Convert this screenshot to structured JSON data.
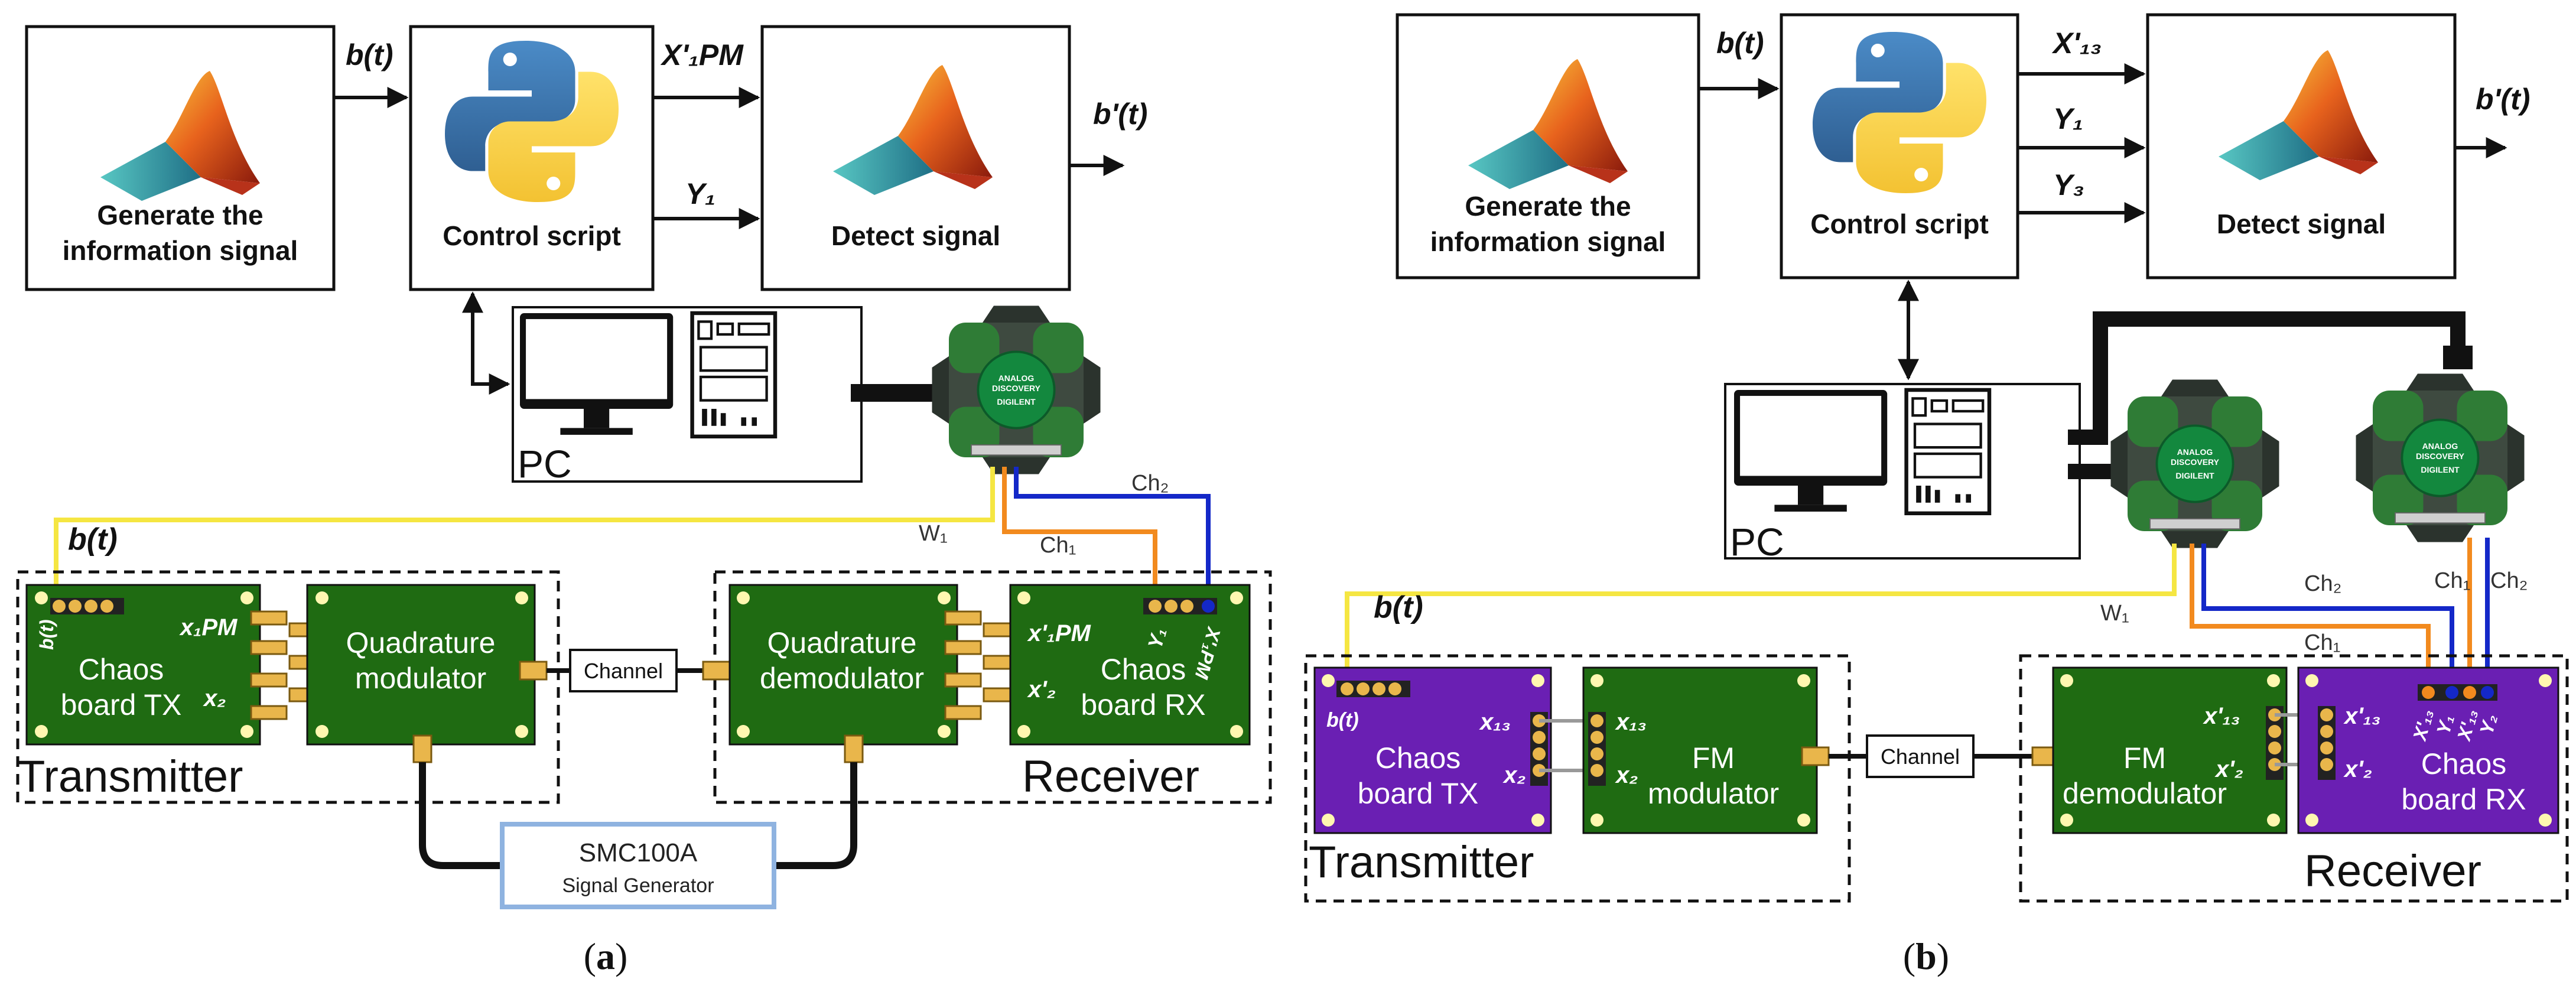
{
  "panel_a": {
    "caption_prefix": "(",
    "caption_letter": "a",
    "caption_suffix": ")",
    "generate_box": "Generate the information signal",
    "generate_line1": "Generate the",
    "generate_line2": "information signal",
    "control_box": "Control script",
    "detect_box": "Detect signal",
    "sig_bt": "b(t)",
    "sig_x1pm": "X'₁PM",
    "sig_y1": "Y₁",
    "sig_bprime": "b'(t)",
    "pc_label": "PC",
    "w1": "W₁",
    "ch1": "Ch₁",
    "ch2": "Ch₂",
    "bt_wire": "b(t)",
    "tx_board_line1": "Chaos",
    "tx_board_line2": "board TX",
    "tx_x1pm": "x₁PM",
    "tx_x2": "x₂",
    "tx_bt_pin": "b(t)",
    "mod_line1": "Quadrature",
    "mod_line2": "modulator",
    "channel": "Channel",
    "demod_line1": "Quadrature",
    "demod_line2": "demodulator",
    "rx_board_line1": "Chaos",
    "rx_board_line2": "board RX",
    "rx_x1pm": "x'₁PM",
    "rx_x2": "x'₂",
    "rx_y1": "Y₁",
    "rx_xpm": "X'₁PM",
    "transmitter": "Transmitter",
    "receiver": "Receiver",
    "gen_name": "SMC100A",
    "gen_sub": "Signal Generator"
  },
  "panel_b": {
    "caption_prefix": "(",
    "caption_letter": "b",
    "caption_suffix": ")",
    "generate_line1": "Generate the",
    "generate_line2": "information signal",
    "control_box": "Control script",
    "detect_box": "Detect signal",
    "sig_bt": "b(t)",
    "sig_x13": "X'₁₃",
    "sig_y1": "Y₁",
    "sig_y3": "Y₃",
    "sig_bprime": "b'(t)",
    "pc_label": "PC",
    "w1": "W₁",
    "ch1_left": "Ch₁",
    "ch2_left": "Ch₂",
    "ch1_right": "Ch₁",
    "ch2_right": "Ch₂",
    "bt_wire": "b(t)",
    "tx_board_line1": "Chaos",
    "tx_board_line2": "board TX",
    "tx_x13": "x₁₃",
    "tx_x2": "x₂",
    "tx_bt_pin": "b(t)",
    "mod_x13": "x₁₃",
    "mod_x2": "x₂",
    "mod_line1": "FM",
    "mod_line2": "modulator",
    "channel": "Channel",
    "demod_line1": "FM",
    "demod_line2": "demodulator",
    "demod_x13": "x'₁₃",
    "demod_x2": "x'₂",
    "rx_x13": "x'₁₃",
    "rx_x2": "x'₂",
    "rx_board_line1": "Chaos",
    "rx_board_line2": "board RX",
    "rx_pins": [
      "X'₁₃",
      "Y₁",
      "X'₁₃",
      "Y₂"
    ],
    "transmitter": "Transmitter",
    "receiver": "Receiver"
  },
  "device": {
    "brand_line1": "ANALOG",
    "brand_line2": "DISCOVERY",
    "maker": "DIGILENT"
  },
  "colors": {
    "board_green": "#1f6b12",
    "board_purple": "#6a1fb3",
    "wire_yellow": "#f5e642",
    "wire_orange": "#f28a1e",
    "wire_blue": "#1428c8",
    "gen_border": "#8fb3e0"
  }
}
